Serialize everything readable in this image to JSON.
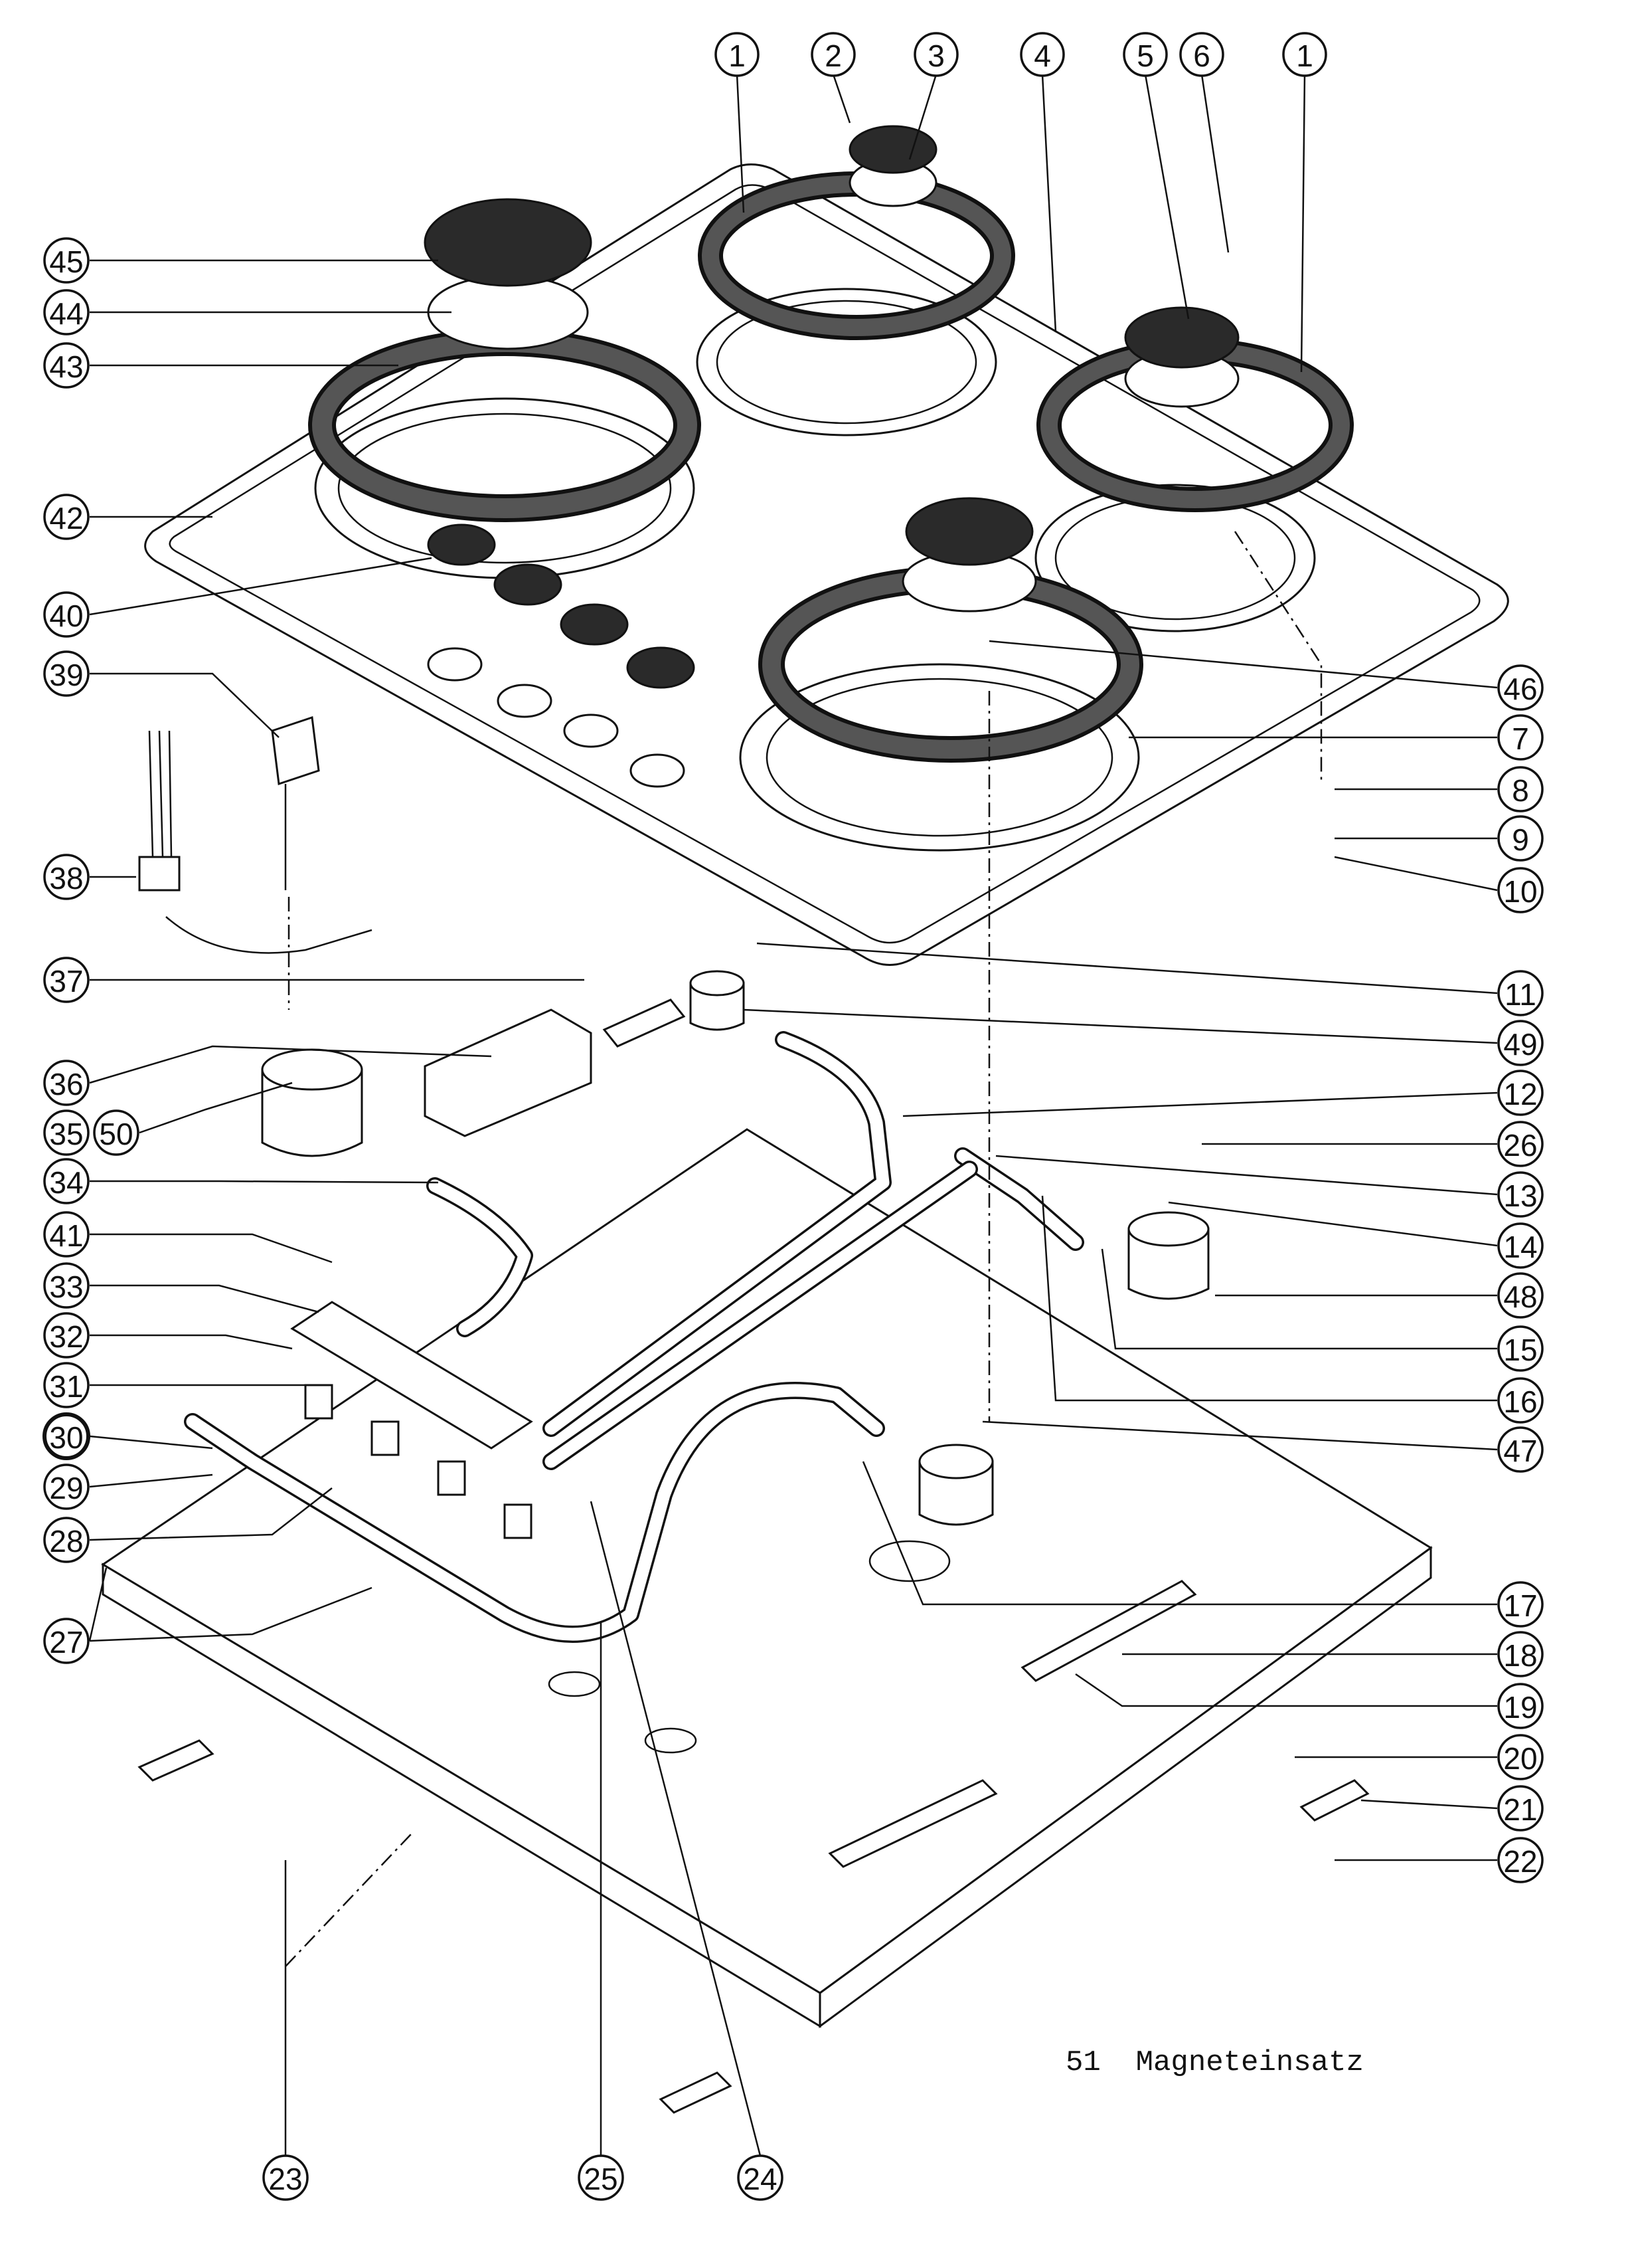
{
  "callouts": {
    "top": [
      "1",
      "2",
      "3",
      "4",
      "5",
      "6",
      "1"
    ],
    "left": [
      "45",
      "44",
      "43",
      "42",
      "40",
      "39",
      "38",
      "37",
      "36",
      "35",
      "50",
      "34",
      "41",
      "33",
      "32",
      "31",
      "30",
      "29",
      "28",
      "27"
    ],
    "right": [
      "46",
      "7",
      "8",
      "9",
      "10",
      "11",
      "49",
      "12",
      "26",
      "13",
      "14",
      "48",
      "15",
      "16",
      "47",
      "17",
      "18",
      "19",
      "20",
      "21",
      "22"
    ],
    "bottom": [
      "23",
      "25",
      "24"
    ]
  },
  "note": {
    "number": "51",
    "label": "Magneteinsatz"
  }
}
